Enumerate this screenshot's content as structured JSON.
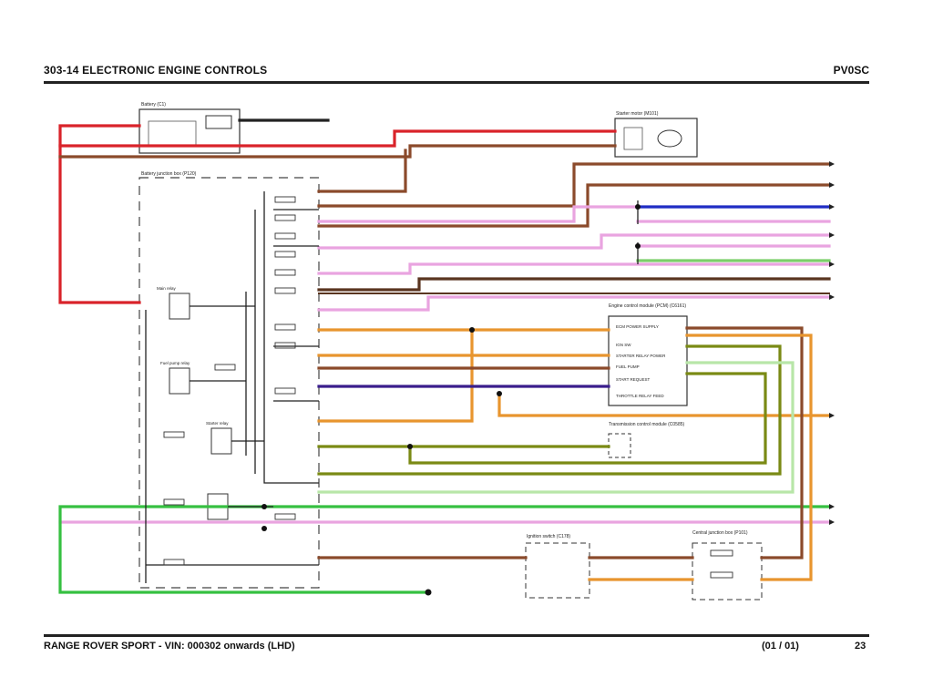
{
  "header": {
    "title": "303-14 ELECTRONIC ENGINE CONTROLS",
    "code": "PV0SC"
  },
  "footer": {
    "model": "RANGE ROVER SPORT - VIN: 000302 onwards (LHD)",
    "sheet": "(01 / 01)",
    "page": "23"
  },
  "components": {
    "battery": "Battery (C1)",
    "starter_motor": "Starter motor (M101)",
    "battery_junction_box": "Battery junction box (P120)",
    "engine_control_module": "Engine control module (PCM) (C6161)",
    "transmission_control_module": "Transmission control module (C0585)",
    "ignition_switch": "Ignition switch (C178)",
    "central_junction_box": "Central junction box (P101)",
    "main_relay": "Main relay",
    "fuel_pump_relay": "Fuel pump relay",
    "starter_relay": "Starter relay",
    "ecm_pins": [
      "ECM POWER SUPPLY",
      "IGN SW",
      "STARTER RELAY POWER",
      "FUEL PUMP",
      "START REQUEST",
      "THROTTLE RELAY FEED"
    ]
  },
  "colors": {
    "red": "#d9232a",
    "brown": "#8b4a2b",
    "orange": "#e8952e",
    "pink": "#e9a4e0",
    "blue": "#1f2cc4",
    "green": "#36c041",
    "lightgreen": "#b8e6a8",
    "olive": "#7a8a14",
    "purple": "#3a1e8c",
    "black": "#222222"
  }
}
